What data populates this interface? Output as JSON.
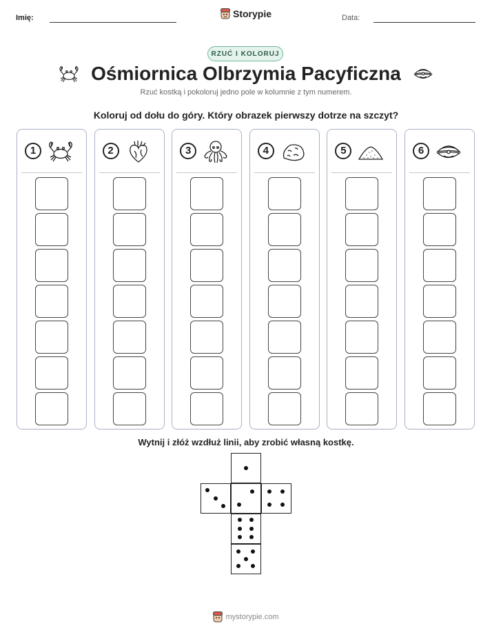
{
  "header": {
    "name_label": "Imię:",
    "date_label": "Data:",
    "brand": "Storypie"
  },
  "badge": "RZUĆ I KOLORUJ",
  "title": "Ośmiornica Olbrzymia Pacyficzna",
  "title_icons": [
    "crab-icon",
    "clam-shell-icon"
  ],
  "subtitle": "Rzuć kostką i pokoloruj jedno pole w kolumnie z tym numerem.",
  "question": "Koloruj od dołu do góry. Który obrazek pierwszy dotrze na szczyt?",
  "columns": [
    {
      "number": "1",
      "icon": "crab-icon"
    },
    {
      "number": "2",
      "icon": "heart-organ-icon"
    },
    {
      "number": "3",
      "icon": "octopus-icon"
    },
    {
      "number": "4",
      "icon": "rock-icon"
    },
    {
      "number": "5",
      "icon": "sand-pile-icon"
    },
    {
      "number": "6",
      "icon": "clam-shell-icon"
    }
  ],
  "boxes_per_column": 7,
  "cut_instruction": "Wytnij i złóż wzdłuż linii, aby zrobić własną kostkę.",
  "die_faces": [
    1,
    3,
    2,
    4,
    6,
    5
  ],
  "footer": "mystorypie.com"
}
